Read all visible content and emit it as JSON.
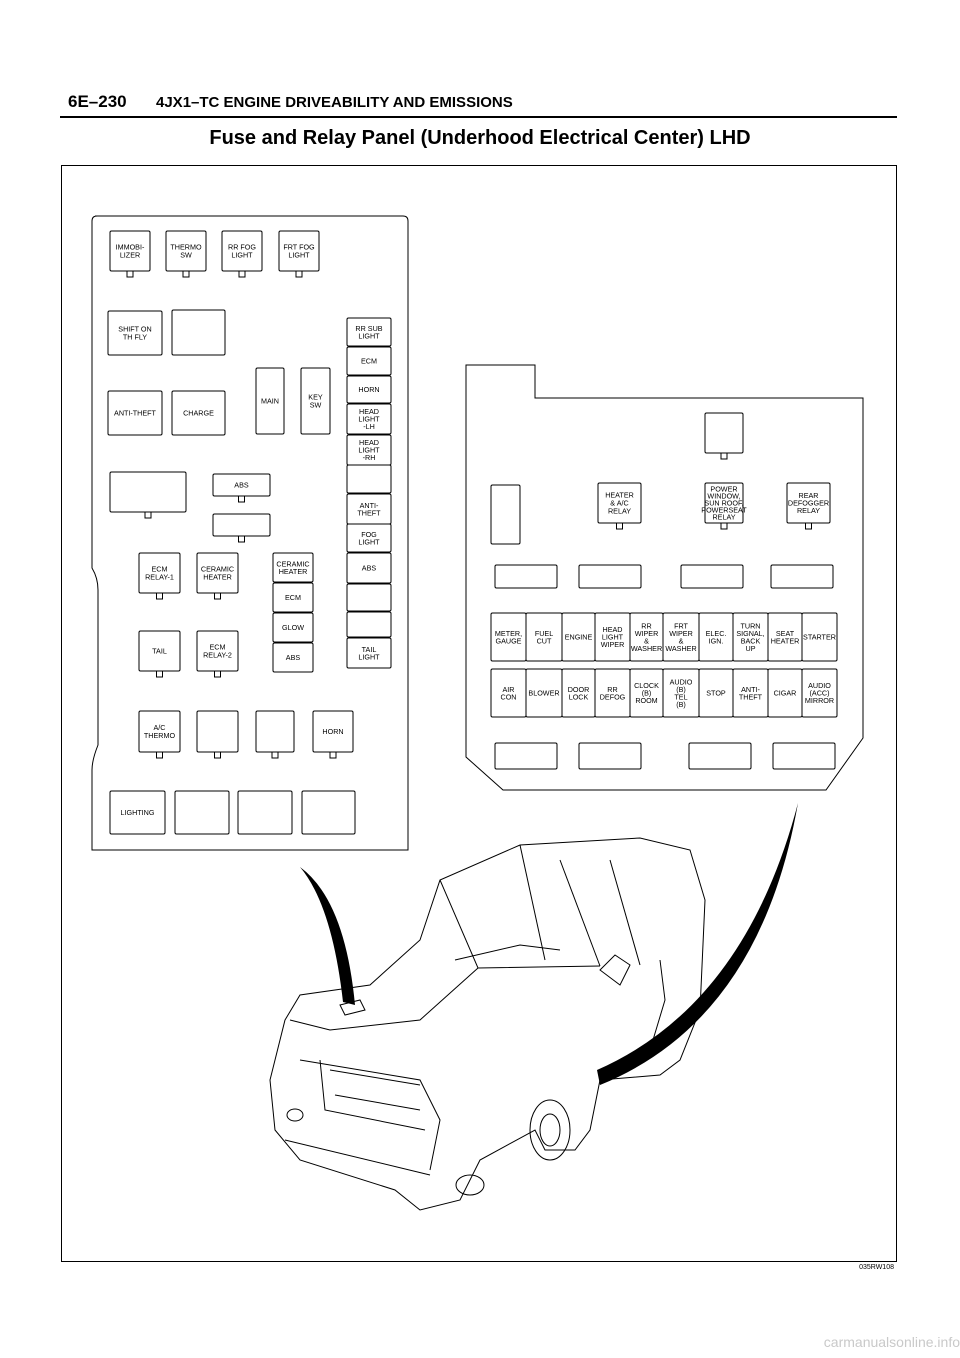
{
  "header": {
    "section": "6E–230",
    "title": "4JX1–TC ENGINE DRIVEABILITY AND EMISSIONS"
  },
  "page_title": "Fuse and Relay Panel (Underhood Electrical Center) LHD",
  "figure_code": "035RW108",
  "footer_watermark": "carmanualsonline.info",
  "left_panel": {
    "relays_top": [
      [
        "IMMOBI-",
        "LIZER"
      ],
      [
        "THERMO",
        "SW"
      ],
      [
        "RR FOG",
        "LIGHT"
      ],
      [
        "FRT FOG",
        "LIGHT"
      ]
    ],
    "shift_on": [
      "SHIFT ON",
      "TH FLY"
    ],
    "anti_theft": [
      "ANTI-THEFT"
    ],
    "charge": [
      "CHARGE"
    ],
    "main": [
      "MAIN"
    ],
    "key_sw": [
      "KEY",
      "SW"
    ],
    "fuse_column": [
      [
        "RR SUB",
        "LIGHT"
      ],
      [
        "ECM"
      ],
      [
        "HORN"
      ],
      [
        "HEAD",
        "LIGHT",
        "-LH"
      ],
      [
        "HEAD",
        "LIGHT",
        "-RH"
      ],
      [
        "ANTI-",
        "THEFT"
      ],
      [
        "FOG",
        "LIGHT"
      ],
      [
        "ABS"
      ],
      [
        "TAIL",
        "LIGHT"
      ]
    ],
    "abs_relay": [
      "ABS"
    ],
    "ecm_relay_1": [
      "ECM",
      "RELAY-1"
    ],
    "ceramic_heater_relay": [
      "CERAMIC",
      "HEATER"
    ],
    "inner_fuses": [
      [
        "CERAMIC",
        "HEATER"
      ],
      [
        "ECM"
      ],
      [
        "GLOW"
      ],
      [
        "ABS"
      ]
    ],
    "tail": [
      "TAIL"
    ],
    "ecm_relay_2": [
      "ECM",
      "RELAY-2"
    ],
    "ac_thermo": [
      "A/C",
      "THERMO"
    ],
    "horn": [
      "HORN"
    ],
    "lighting": [
      "LIGHTING"
    ]
  },
  "right_panel": {
    "relays": [
      [
        "HEATER",
        "& A/C",
        "RELAY"
      ],
      [
        "POWER",
        "WINDOW,",
        "SUN ROOF,",
        "POWERSEAT",
        "RELAY"
      ],
      [
        "REAR",
        "DEFOGGER",
        "RELAY"
      ]
    ],
    "fuse_row_1": [
      [
        "METER,",
        "GAUGE"
      ],
      [
        "FUEL",
        "CUT"
      ],
      [
        "ENGINE"
      ],
      [
        "HEAD",
        "LIGHT",
        "WIPER"
      ],
      [
        "RR",
        "WIPER",
        "&",
        "WASHER"
      ],
      [
        "FRT",
        "WIPER",
        "&",
        "WASHER"
      ],
      [
        "ELEC.",
        "IGN."
      ],
      [
        "TURN",
        "SIGNAL,",
        "BACK",
        "UP"
      ],
      [
        "SEAT",
        "HEATER"
      ],
      [
        "STARTER"
      ]
    ],
    "fuse_row_2": [
      [
        "AIR",
        "CON"
      ],
      [
        "BLOWER"
      ],
      [
        "DOOR",
        "LOCK"
      ],
      [
        "RR",
        "DEFOG"
      ],
      [
        "CLOCK",
        "(B)",
        "ROOM"
      ],
      [
        "AUDIO",
        "(B)",
        "TEL",
        "(B)"
      ],
      [
        "STOP"
      ],
      [
        "ANTI-",
        "THEFT"
      ],
      [
        "CIGAR"
      ],
      [
        "AUDIO",
        "(ACC)",
        "MIRROR"
      ]
    ]
  }
}
